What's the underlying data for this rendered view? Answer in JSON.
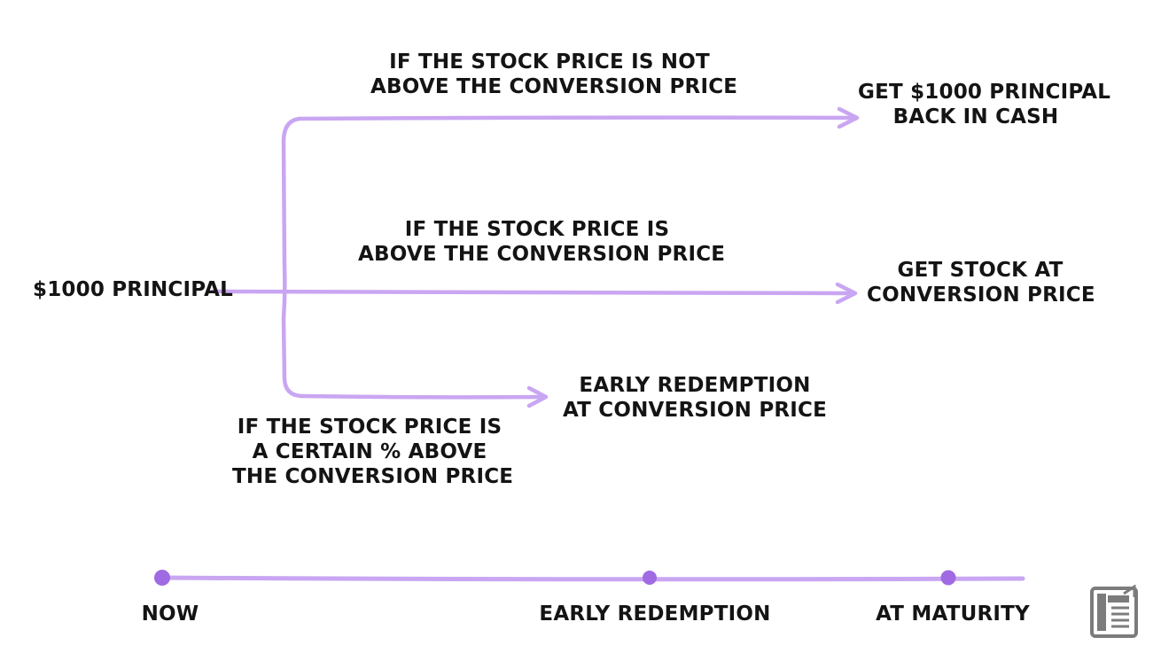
{
  "colors": {
    "arrow": "#c9a6f2",
    "timeline": "#c9a6f2",
    "dot": "#a06ae3",
    "text": "#141414",
    "logo": "#7c7c7c"
  },
  "start": {
    "label": "$1000 PRINCIPAL"
  },
  "branches": {
    "not_above": {
      "condition": [
        "IF THE STOCK PRICE IS NOT",
        "ABOVE THE CONVERSION PRICE"
      ],
      "outcome": [
        "GET $1000 PRINCIPAL",
        "BACK IN CASH"
      ]
    },
    "above": {
      "condition": [
        "IF THE STOCK PRICE IS",
        "ABOVE THE CONVERSION PRICE"
      ],
      "outcome": [
        "GET STOCK AT",
        "CONVERSION PRICE"
      ]
    },
    "certain_above": {
      "condition": [
        "IF THE STOCK PRICE IS",
        "A CERTAIN % ABOVE",
        "THE CONVERSION PRICE"
      ],
      "outcome": [
        "EARLY REDEMPTION",
        "AT CONVERSION PRICE"
      ]
    }
  },
  "timeline": {
    "points": [
      "NOW",
      "EARLY REDEMPTION",
      "AT MATURITY"
    ]
  },
  "logo": {
    "icon": "book-logo-icon"
  }
}
